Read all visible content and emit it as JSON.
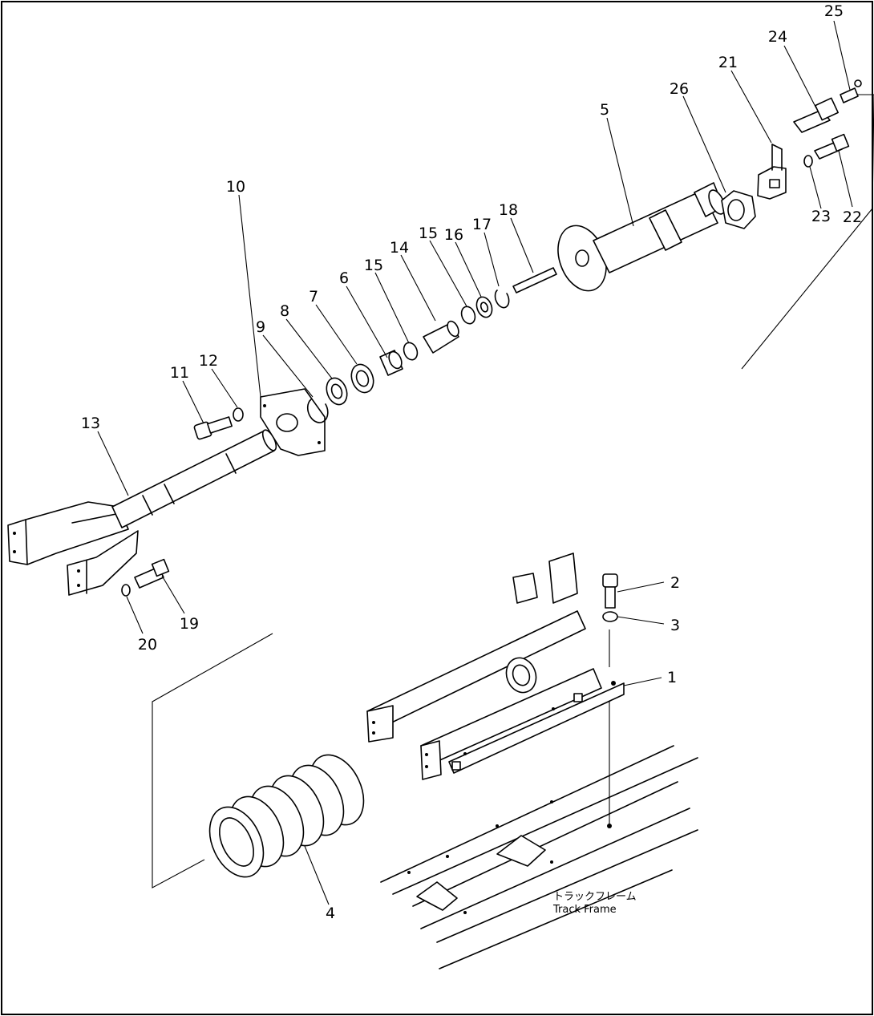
{
  "parts": [
    {
      "id": "p1",
      "label": "1"
    },
    {
      "id": "p2",
      "label": "2"
    },
    {
      "id": "p3",
      "label": "3"
    },
    {
      "id": "p4",
      "label": "4"
    },
    {
      "id": "p5",
      "label": "5"
    },
    {
      "id": "p6",
      "label": "6"
    },
    {
      "id": "p7",
      "label": "7"
    },
    {
      "id": "p8",
      "label": "8"
    },
    {
      "id": "p9",
      "label": "9"
    },
    {
      "id": "p10",
      "label": "10"
    },
    {
      "id": "p11",
      "label": "11"
    },
    {
      "id": "p12",
      "label": "12"
    },
    {
      "id": "p13",
      "label": "13"
    },
    {
      "id": "p14",
      "label": "14"
    },
    {
      "id": "p15a",
      "label": "15"
    },
    {
      "id": "p15b",
      "label": "15"
    },
    {
      "id": "p16",
      "label": "16"
    },
    {
      "id": "p17",
      "label": "17"
    },
    {
      "id": "p18",
      "label": "18"
    },
    {
      "id": "p19",
      "label": "19"
    },
    {
      "id": "p20",
      "label": "20"
    },
    {
      "id": "p21",
      "label": "21"
    },
    {
      "id": "p22",
      "label": "22"
    },
    {
      "id": "p23",
      "label": "23"
    },
    {
      "id": "p24",
      "label": "24"
    },
    {
      "id": "p25",
      "label": "25"
    },
    {
      "id": "p26",
      "label": "26"
    }
  ],
  "annotation": {
    "jp": "トラックフレーム",
    "en": "Track Frame"
  }
}
